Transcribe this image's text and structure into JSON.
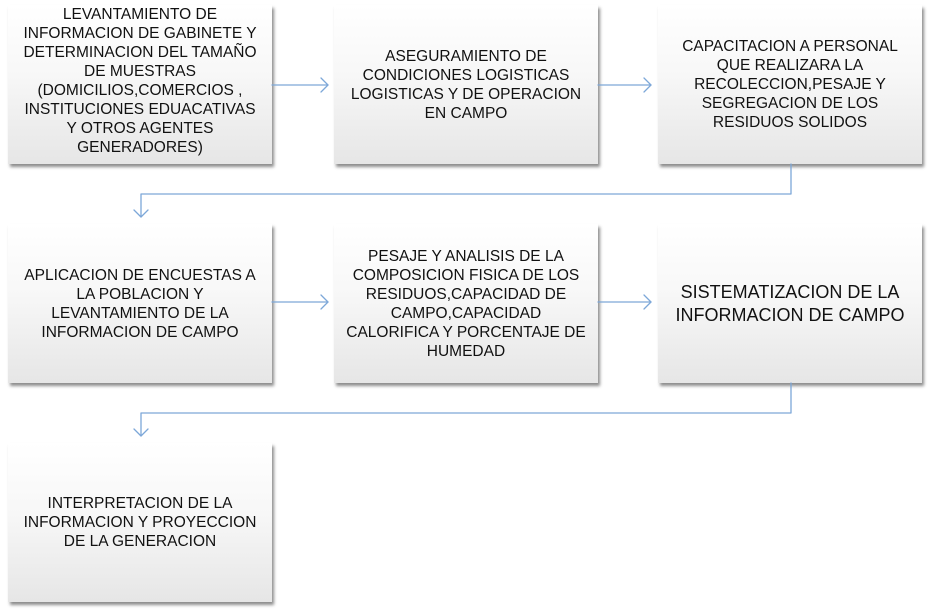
{
  "diagram": {
    "boxes": [
      {
        "id": "b1",
        "text": "LEVANTAMIENTO DE\nINFORMACION DE GABINETE Y\nDETERMINACION DEL TAMAÑO\nDE MUESTRAS\n(DOMICILIOS,COMERCIOS ,\nINSTITUCIONES EDUACATIVAS\nY OTROS AGENTES\nGENERADORES)"
      },
      {
        "id": "b2",
        "text": "ASEGURAMIENTO DE\nCONDICIONES LOGISTICAS\nLOGISTICAS Y  DE OPERACION\nEN CAMPO"
      },
      {
        "id": "b3",
        "text": "CAPACITACION A PERSONAL\nQUE REALIZARA  LA\nRECOLECCION,PESAJE Y\nSEGREGACION DE LOS\nRESIDUOS SOLIDOS"
      },
      {
        "id": "b4",
        "text": "APLICACION DE ENCUESTAS A\nLA POBLACION  Y\nLEVANTAMIENTO DE LA\nINFORMACION DE CAMPO"
      },
      {
        "id": "b5",
        "text": "PESAJE Y ANALISIS DE  LA\nCOMPOSICION FISICA DE LOS\nRESIDUOS,CAPACIDAD DE\nCAMPO,CAPACIDAD\nCALORIFICA  Y PORCENTAJE DE\nHUMEDAD"
      },
      {
        "id": "b6",
        "text": "SISTEMATIZACION DE LA\nINFORMACION DE CAMPO"
      },
      {
        "id": "b7",
        "text": "INTERPRETACION DE LA\nINFORMACION Y PROYECCION\nDE LA GENERACION"
      }
    ],
    "connector_color": "#7da7d8"
  }
}
